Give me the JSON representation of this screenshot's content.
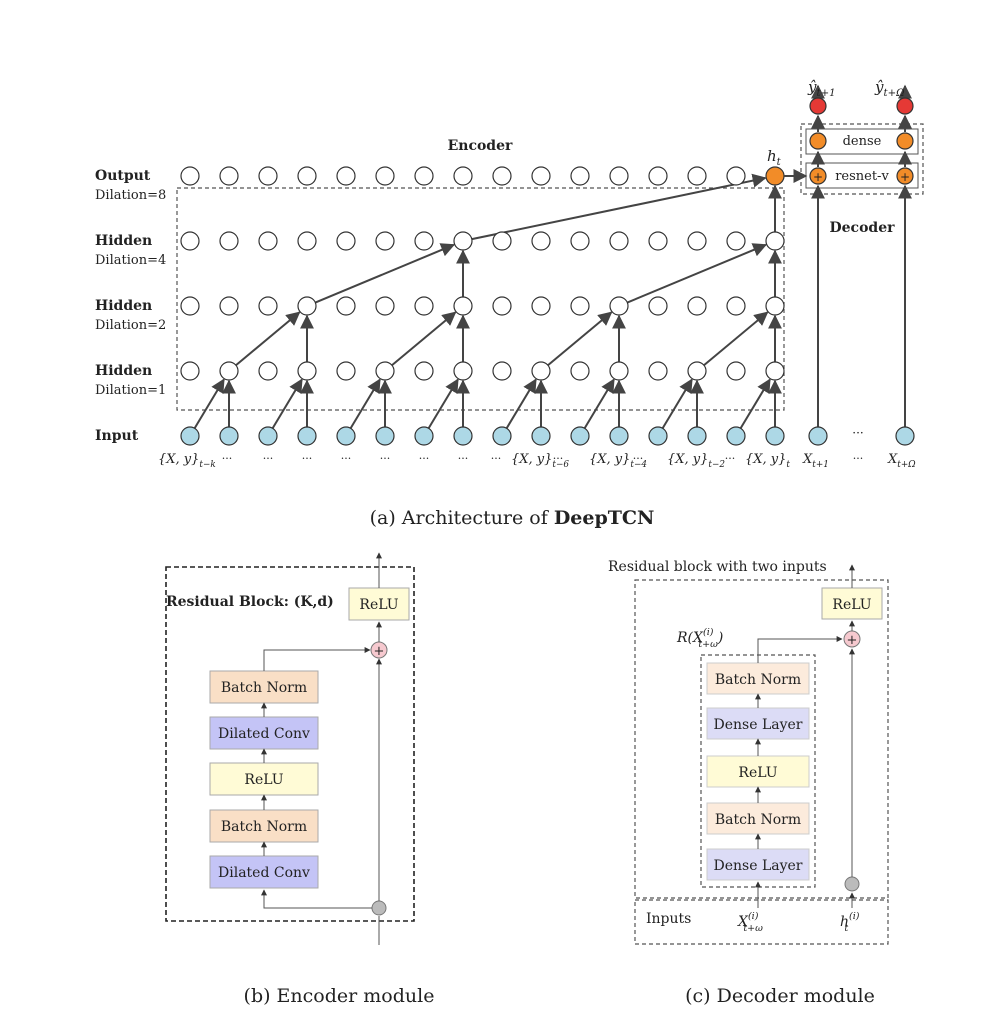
{
  "panel_a": {
    "encoder_label": "Encoder",
    "decoder_label": "Decoder",
    "row_titles": [
      "Output",
      "Hidden",
      "Hidden",
      "Hidden",
      "Input"
    ],
    "dilations": [
      "Dilation=8",
      "Dilation=4",
      "Dilation=2",
      "Dilation=1"
    ],
    "ht_label": "h",
    "ht_sub": "t",
    "dense_label": "dense",
    "resnet_label": "resnet-v",
    "yhat_left": "ŷ",
    "yhat_left_sub": "t+1",
    "yhat_right": "ŷ",
    "yhat_right_sub": "t+Ω",
    "input_labels": [
      "{X, y}",
      "",
      "",
      "",
      "",
      "",
      "",
      "",
      "",
      "{X, y}",
      "",
      "{X, y}",
      "",
      "{X, y}",
      "",
      "{X, y}"
    ],
    "input_label_subs": [
      "t−k",
      "",
      "",
      "",
      "",
      "",
      "",
      "",
      "",
      "t−6",
      "",
      "t−4",
      "",
      "t−2",
      "",
      "t"
    ],
    "ellipsis": "···",
    "mid_ellipsis": "···",
    "x_t1": "X",
    "x_t1_sub": "t+1",
    "x_tomega": "X",
    "x_tomega_sub": "t+Ω",
    "caption_prefix": "(a) Architecture of ",
    "caption_bold": "DeepTCN"
  },
  "panel_b": {
    "title": "Residual Block: (K,d)",
    "relu_top": "ReLU",
    "stack": [
      "Batch Norm",
      "Dilated Conv",
      "ReLU",
      "Batch Norm",
      "Dilated Conv"
    ],
    "plus": "+",
    "caption": "(b) Encoder module"
  },
  "panel_c": {
    "title": "Residual block with two inputs",
    "relu_top": "ReLU",
    "residual_label": "R(X",
    "residual_sup": "(i)",
    "residual_sub": "t+ω",
    "residual_close": ")",
    "stack": [
      "Batch Norm",
      "Dense Layer",
      "ReLU",
      "Batch Norm",
      "Dense Layer"
    ],
    "plus": "+",
    "inputs_label": "Inputs",
    "x_input": "X",
    "x_input_sup": "(i)",
    "x_input_sub": "t+ω",
    "h_input": "h",
    "h_input_sup": "(i)",
    "h_input_sub": "t",
    "caption": "(c) Decoder module"
  },
  "colors": {
    "input_node": "#add8e6",
    "orange_node": "#f28c28",
    "red_node": "#e53935",
    "batchnorm": "#f9dfc6",
    "dilatedconv": "#c4c4f6",
    "relu": "#fffbd6",
    "densebn": "#fcebdc",
    "denselayer": "#dcdcf6",
    "plus": "#f6c9cf",
    "skip_node": "#bbbbbb"
  }
}
